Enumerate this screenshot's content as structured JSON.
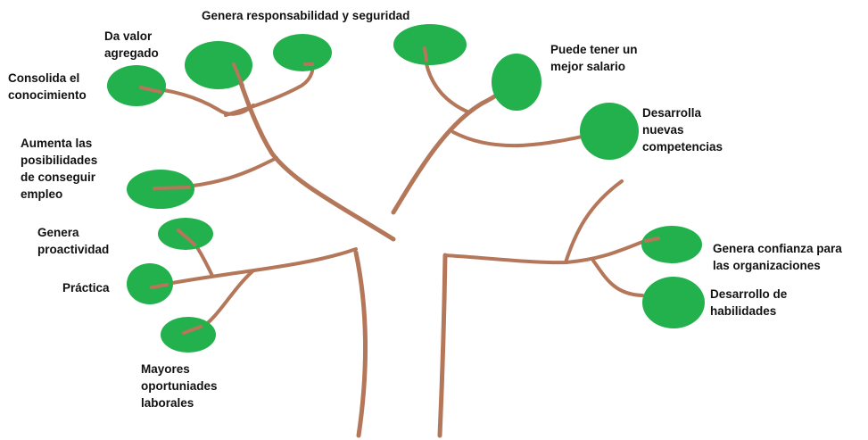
{
  "colors": {
    "trunk": "#b4775a",
    "leaf": "#22b14c",
    "text": "#111111",
    "background": "#ffffff"
  },
  "labels": {
    "seguridad": [
      "Genera responsabilidad y seguridad"
    ],
    "valor": [
      "Da valor",
      "agregado"
    ],
    "consolida": [
      "Consolida el",
      "conocimiento"
    ],
    "aumenta": [
      "Aumenta las",
      "posibilidades",
      "de conseguir",
      "empleo"
    ],
    "proactividad": [
      "Genera",
      "proactividad"
    ],
    "practica": [
      "Práctica"
    ],
    "mayores": [
      "Mayores",
      "oportuniades",
      "laborales"
    ],
    "salario": [
      "Puede tener un",
      "mejor salario"
    ],
    "desarrolla": [
      "Desarrolla",
      "nuevas",
      "competencias"
    ],
    "confianza": [
      "Genera confianza para",
      "las organizaciones"
    ],
    "habilidades": [
      "Desarrollo de",
      "habilidades"
    ]
  }
}
